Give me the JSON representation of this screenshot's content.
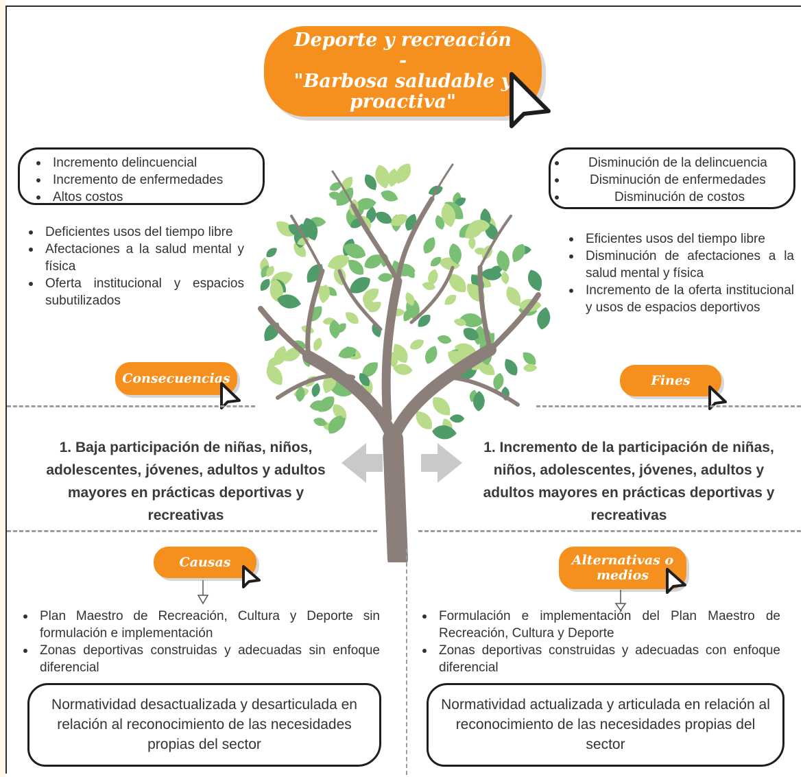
{
  "title": {
    "line1": "Deporte y recreación -",
    "line2": "\"Barbosa saludable y",
    "line3": "proactiva\""
  },
  "consequences": {
    "label": "Consecuencias",
    "bubble_items": [
      "Incremento delincuencial",
      "Incremento de enfermedades",
      "Altos costos"
    ],
    "items": [
      "Deficientes usos del tiempo libre",
      "Afectaciones a la salud mental y física",
      "Oferta institucional y espacios subutilizados"
    ]
  },
  "ends": {
    "label": "Fines",
    "bubble_items": [
      "Disminución de la delincuencia",
      "Disminución de enfermedades",
      "Disminución de costos"
    ],
    "items": [
      "Eficientes usos del tiempo libre",
      "Disminución de afectaciones a la salud mental y física",
      "Incremento de la oferta institucional y usos de espacios deportivos"
    ]
  },
  "problem": {
    "left": "1. Baja participación de niñas, niños, adolescentes, jóvenes, adultos y adultos mayores en prácticas deportivas y recreativas",
    "right": "1. Incremento de la participación de niñas, niños, adolescentes, jóvenes, adultos y adultos mayores en prácticas deportivas y recreativas"
  },
  "causes": {
    "label": "Causas",
    "items": [
      "Plan Maestro de Recreación, Cultura y Deporte sin formulación e implementación",
      "Zonas deportivas construidas y adecuadas sin enfoque diferencial"
    ],
    "box": "Normatividad desactualizada y desarticulada en relación al reconocimiento de las necesidades propias del sector"
  },
  "alternatives": {
    "label_line1": "Alternativas o",
    "label_line2": "medios",
    "items": [
      "Formulación e implementación del Plan Maestro de Recreación, Cultura y Deporte",
      "Zonas deportivas construidas y adecuadas con enfoque diferencial"
    ],
    "box": "Normatividad actualizada y articulada en relación al reconocimiento de las necesidades propias del sector"
  },
  "colors": {
    "accent": "#f5901e",
    "trunk": "#8c7f79",
    "leaf_dark": "#4f9c6a",
    "leaf_mid": "#7bbf74",
    "leaf_light": "#b8dc8a",
    "arrow": "#c9c9c9"
  },
  "icons": [
    "cursor-arrow-icon",
    "double-arrow-icon",
    "tree-illustration",
    "down-arrow-icon"
  ]
}
